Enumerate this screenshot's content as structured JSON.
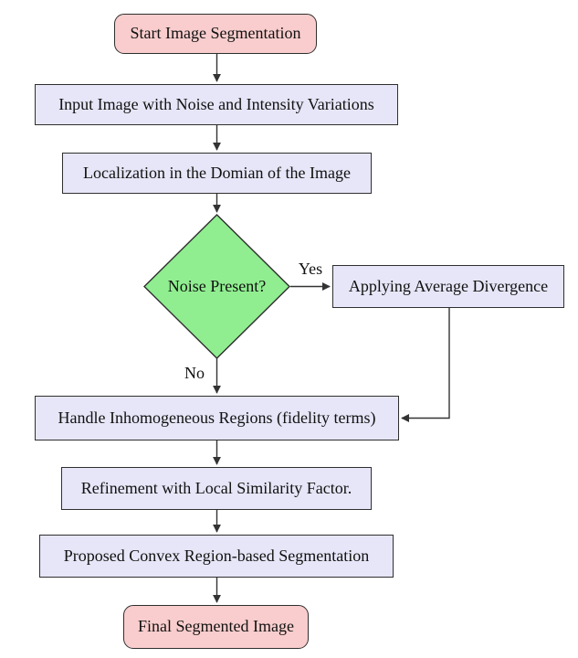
{
  "diagram": {
    "type": "flowchart",
    "topic": "image segmentation pipeline"
  },
  "nodes": {
    "start": {
      "label": "Start Image Segmentation",
      "shape": "rounded-terminal",
      "fill": "#f9cdcd"
    },
    "input": {
      "label": "Input Image with Noise and Intensity Variations",
      "shape": "process",
      "fill": "#e6e6f8"
    },
    "localization": {
      "label": "Localization in the Domian of the Image",
      "shape": "process",
      "fill": "#e6e6f8"
    },
    "decision": {
      "label": "Noise Present?",
      "shape": "diamond",
      "fill": "#90ee90"
    },
    "divergence": {
      "label": "Applying Average Divergence",
      "shape": "process",
      "fill": "#e6e6f8"
    },
    "handle": {
      "label": "Handle Inhomogeneous Regions (fidelity terms)",
      "shape": "process",
      "fill": "#e6e6f8"
    },
    "refinement": {
      "label": "Refinement with Local Similarity Factor.",
      "shape": "process",
      "fill": "#e6e6f8"
    },
    "proposed": {
      "label": "Proposed Convex Region-based Segmentation",
      "shape": "process",
      "fill": "#e6e6f8"
    },
    "final": {
      "label": "Final Segmented Image",
      "shape": "rounded-terminal",
      "fill": "#f9cdcd"
    }
  },
  "edges": {
    "yes_label": "Yes",
    "no_label": "No",
    "flow": [
      "start -> input",
      "input -> localization",
      "localization -> decision",
      "decision -Yes-> divergence",
      "decision -No-> handle",
      "divergence -> handle",
      "handle -> refinement",
      "refinement -> proposed",
      "proposed -> final"
    ]
  },
  "colors": {
    "terminal_fill": "#f9cdcd",
    "process_fill": "#e6e6f8",
    "decision_fill": "#90ee90",
    "border": "#2f2f2f",
    "arrow": "#333333",
    "text": "#111111",
    "background": "#ffffff"
  }
}
